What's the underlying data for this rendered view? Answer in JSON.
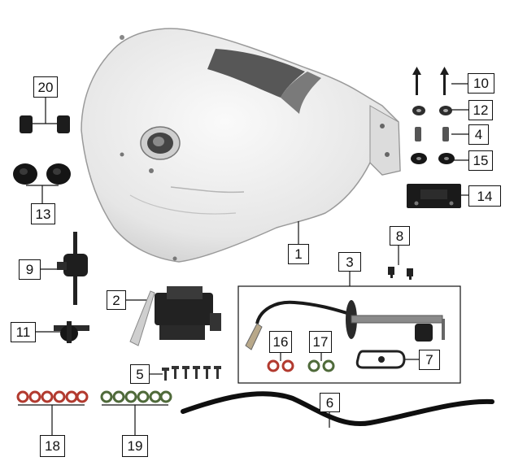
{
  "diagram": {
    "callouts": [
      {
        "id": "c20",
        "label": "20"
      },
      {
        "id": "c13",
        "label": "13"
      },
      {
        "id": "c9",
        "label": "9"
      },
      {
        "id": "c11",
        "label": "11"
      },
      {
        "id": "c2",
        "label": "2"
      },
      {
        "id": "c1",
        "label": "1"
      },
      {
        "id": "c3",
        "label": "3"
      },
      {
        "id": "c8",
        "label": "8"
      },
      {
        "id": "c10",
        "label": "10"
      },
      {
        "id": "c12",
        "label": "12"
      },
      {
        "id": "c4",
        "label": "4"
      },
      {
        "id": "c15",
        "label": "15"
      },
      {
        "id": "c14",
        "label": "14"
      },
      {
        "id": "c16",
        "label": "16"
      },
      {
        "id": "c17",
        "label": "17"
      },
      {
        "id": "c7",
        "label": "7"
      },
      {
        "id": "c5",
        "label": "5"
      },
      {
        "id": "c6",
        "label": "6"
      },
      {
        "id": "c18",
        "label": "18"
      },
      {
        "id": "c19",
        "label": "19"
      }
    ]
  },
  "colors": {
    "outline": "#111111",
    "tank_body": "#e9e9e9",
    "tank_dark_panel": "#555555",
    "o_ring_red": "#b23a2f",
    "o_ring_green": "#4f6a3a"
  }
}
